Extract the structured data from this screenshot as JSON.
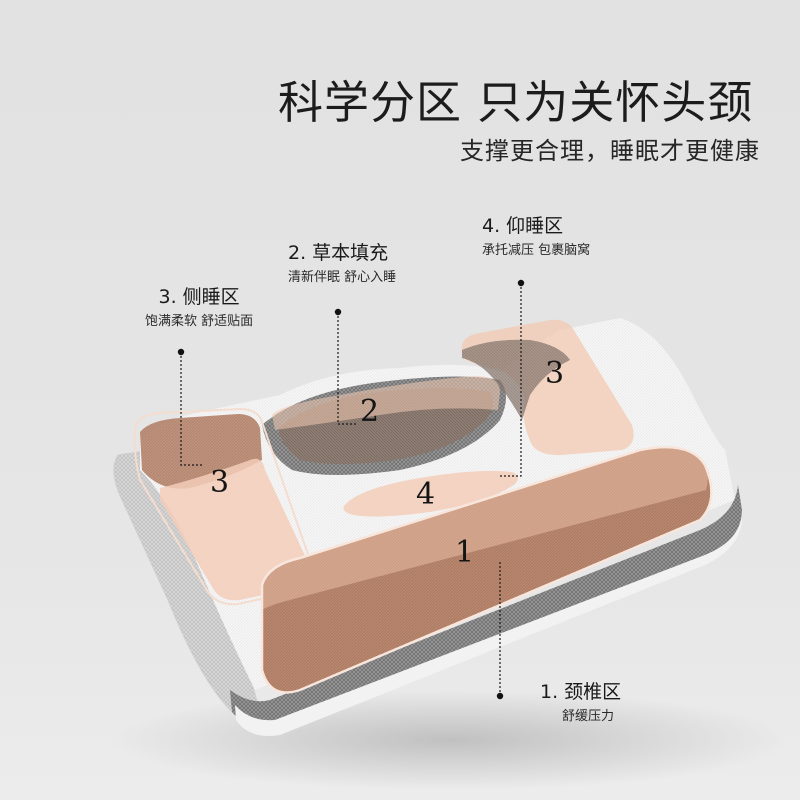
{
  "header": {
    "headline": "科学分区 只为关怀头颈",
    "subline": "支撑更合理，睡眠才更健康"
  },
  "callouts": {
    "zone1": {
      "title": "1. 颈椎区",
      "desc": "舒缓压力"
    },
    "zone2": {
      "title": "2. 草本填充",
      "desc": "清新伴眠  舒心入睡"
    },
    "zone3": {
      "title": "3. 侧睡区",
      "desc": "饱满柔软 舒适贴面"
    },
    "zone4": {
      "title": "4. 仰睡区",
      "desc": "承托减压  包裹脑窝"
    }
  },
  "zone_numbers": {
    "one": "1",
    "two": "2",
    "three_left": "3",
    "three_right": "3",
    "four": "4"
  },
  "colors": {
    "background": "#e3e3e3",
    "pillow_white": "#f4f4f4",
    "mesh_gray": "#8a8a8a",
    "zone_peach": "#f3c9b2",
    "zone_brown": "#b98a73",
    "zone_taupe": "#8e7a6e",
    "text": "#1c1c1c"
  }
}
